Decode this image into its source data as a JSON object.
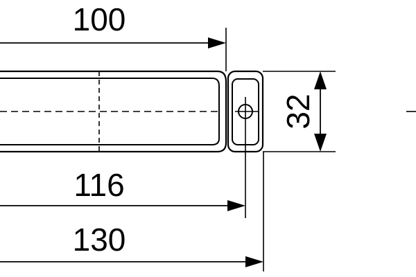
{
  "dimensions": {
    "width_100": "100",
    "width_116": "116",
    "width_130": "130",
    "height_32": "32"
  }
}
